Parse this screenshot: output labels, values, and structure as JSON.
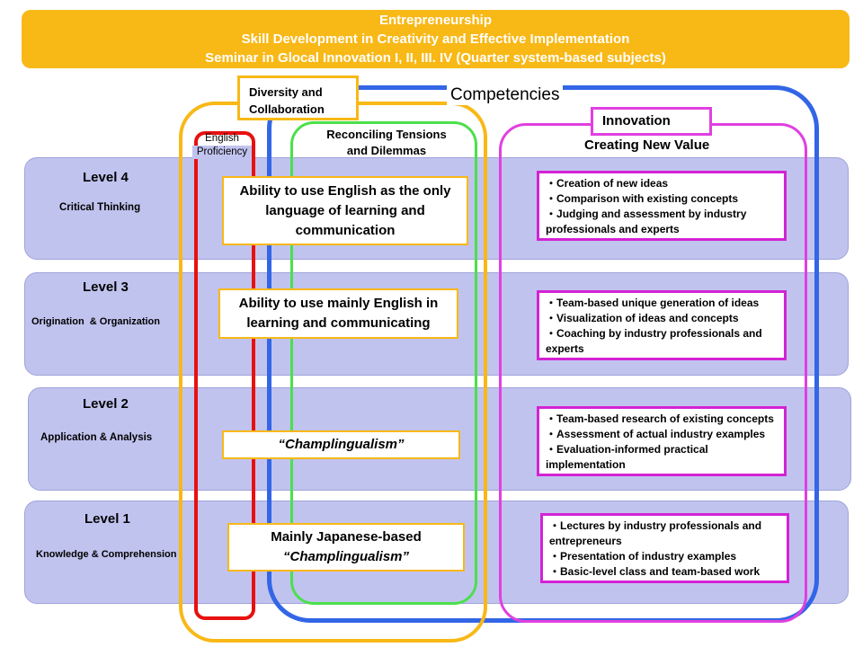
{
  "header": {
    "line1": "Entrepreneurship",
    "line2": "Skill Development in Creativity and Effective Implementation",
    "line3": "Seminar in Glocal Innovation I, II, III. IV (Quarter system-based subjects)"
  },
  "competencies": "Competencies",
  "diversity": {
    "line1": "Diversity and",
    "line2": "Collaboration"
  },
  "english": {
    "line1": "English",
    "line2": "Proficiency"
  },
  "reconciling": {
    "line1": "Reconciling Tensions",
    "line2": "and Dilemmas"
  },
  "innovation": "Innovation",
  "creating": "Creating New Value",
  "levels": [
    {
      "title": "Level 4",
      "subtitle": "Critical Thinking",
      "english_box": [
        "Ability to use English as the only",
        "language of learning and",
        "communication"
      ],
      "items": [
        "Creation of new ideas",
        "Comparison with existing concepts",
        "Judging and assessment by industry professionals and experts"
      ]
    },
    {
      "title": "Level 3",
      "subtitle": "Origination  & Organization",
      "english_box": [
        "Ability to use mainly English in",
        "learning and communicating"
      ],
      "items": [
        "Team-based unique generation of ideas",
        "Visualization of ideas and concepts",
        "Coaching by industry professionals and experts"
      ]
    },
    {
      "title": "Level 2",
      "subtitle": "Application & Analysis",
      "english_box": [
        "“Champlingualism”"
      ],
      "items": [
        "Team-based research of existing  concepts",
        "Assessment of actual industry examples",
        "Evaluation-informed practical implementation"
      ]
    },
    {
      "title": "Level 1",
      "subtitle": "Knowledge & Comprehension",
      "english_box": [
        "Mainly Japanese-based",
        "“Champlingualism”"
      ],
      "items": [
        "Lectures by industry professionals and entrepreneurs",
        "Presentation of industry examples",
        "Basic-level class and team-based work"
      ]
    }
  ],
  "colors": {
    "banner": "#f8b816",
    "level_band": "#c1c3ef",
    "competencies": "#3366e6",
    "diversity": "#f8b816",
    "english": "#e81010",
    "reconciling": "#4be04b",
    "innovation": "#e040e0"
  }
}
